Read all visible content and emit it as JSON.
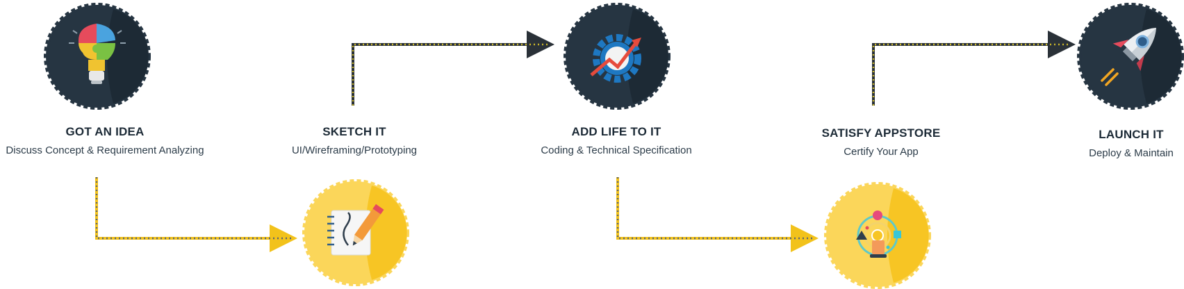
{
  "steps": [
    {
      "title": "GOT AN IDEA",
      "subtitle": "Discuss Concept & Requirement Analyzing",
      "icon": "lightbulb-puzzle-icon",
      "badge_style": "dark"
    },
    {
      "title": "SKETCH IT",
      "subtitle": "UI/Wireframing/Prototyping",
      "icon": "notepad-pencil-icon",
      "badge_style": "yellow"
    },
    {
      "title": "ADD LIFE TO IT",
      "subtitle": "Coding & Technical Specification",
      "icon": "gear-growth-icon",
      "badge_style": "dark"
    },
    {
      "title": "SATISFY APPSTORE",
      "subtitle": "Certify Your App",
      "icon": "target-shapes-icon",
      "badge_style": "yellow"
    },
    {
      "title": "LAUNCH IT",
      "subtitle": "Deploy & Maintain",
      "icon": "rocket-icon",
      "badge_style": "dark"
    }
  ],
  "colors": {
    "dark_badge": "#263542",
    "dark_badge_shade": "#1d2a35",
    "yellow_badge": "#fbd65a",
    "yellow_badge_shade": "#f7c524",
    "title_text": "#1c2a36",
    "connector_dark": "#2a3138",
    "connector_yellow": "#f2c21b"
  }
}
